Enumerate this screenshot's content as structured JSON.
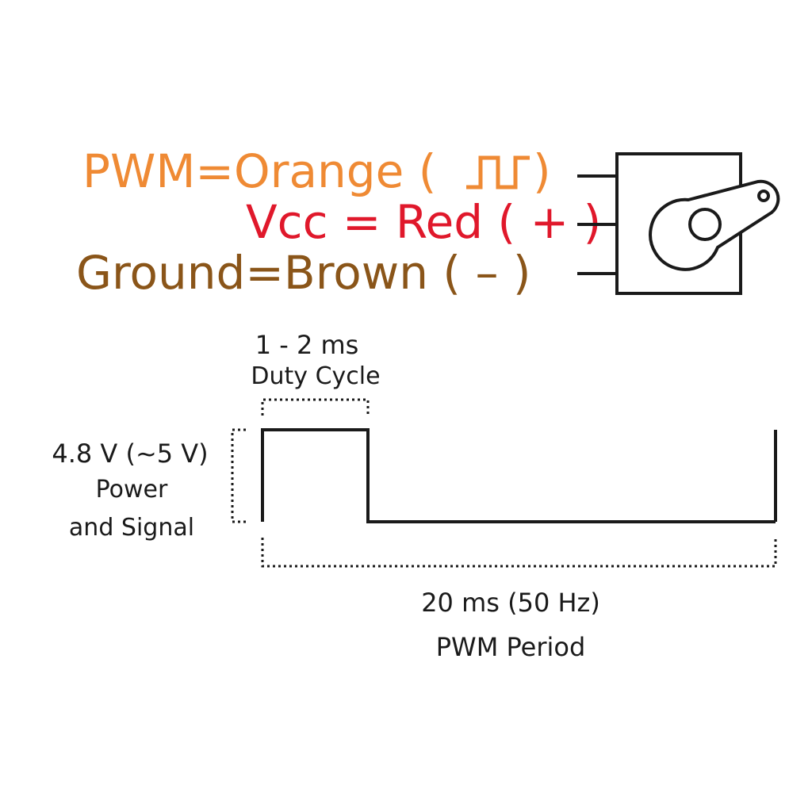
{
  "wires": {
    "pwm": {
      "text": "PWM=Orange (​",
      "color": "#ef8a34"
    },
    "pwm_close": ")",
    "vcc": {
      "text": "Vcc = Red ( + )",
      "color": "#e0182b"
    },
    "ground": {
      "text": "Ground=Brown ( – )",
      "color": "#8a5519"
    }
  },
  "duty": {
    "value": "1 - 2 ms",
    "label": "Duty Cycle"
  },
  "voltage": {
    "value": "4.8 V (~5 V)",
    "line1": "Power",
    "line2": "and Signal"
  },
  "period": {
    "value": "20 ms (50 Hz)",
    "label": "PWM Period"
  },
  "icons": {
    "pwm_wave": "square-wave-icon",
    "servo": "servo-motor-icon"
  },
  "colors": {
    "ink": "#1a1a1a",
    "pwm": "#ef8a34",
    "vcc": "#e0182b",
    "ground": "#8a5519"
  }
}
